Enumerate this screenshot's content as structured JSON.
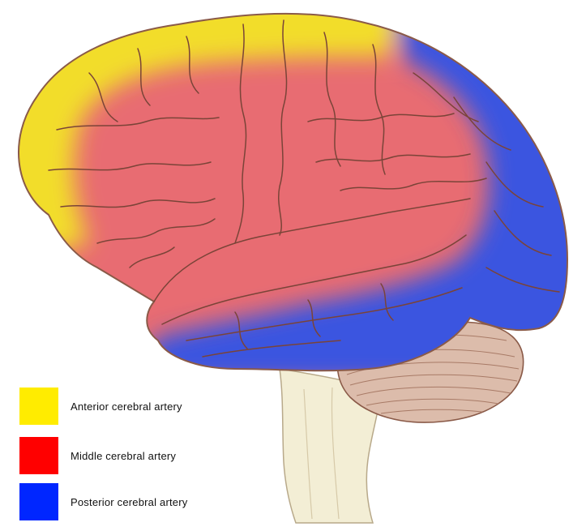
{
  "colors": {
    "anterior": "#f2dd2c",
    "middle": "#e86c72",
    "posterior": "#3a55e0",
    "outline": "#8a5a48",
    "brainstem": "#f3eed5",
    "cerebellum": "#d9b8a8"
  },
  "legend": {
    "items": [
      {
        "label": "Anterior cerebral artery",
        "color": "#ffec00"
      },
      {
        "label": "Middle cerebral artery",
        "color": "#ff0000"
      },
      {
        "label": "Posterior cerebral artery",
        "color": "#0026ff"
      }
    ]
  }
}
